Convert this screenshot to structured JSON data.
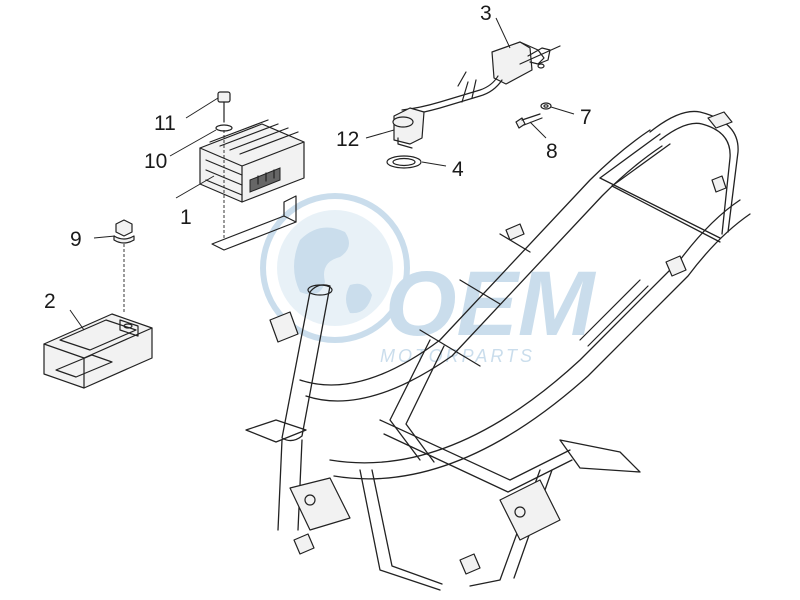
{
  "watermark": {
    "brand": "OEM",
    "tagline": "MOTORPARTS",
    "color": "#9fc3dd"
  },
  "callouts": [
    {
      "id": "1",
      "label": "1"
    },
    {
      "id": "2",
      "label": "2"
    },
    {
      "id": "3",
      "label": "3"
    },
    {
      "id": "4",
      "label": "4"
    },
    {
      "id": "7",
      "label": "7"
    },
    {
      "id": "8",
      "label": "8"
    },
    {
      "id": "9",
      "label": "9"
    },
    {
      "id": "10",
      "label": "10"
    },
    {
      "id": "11",
      "label": "11"
    },
    {
      "id": "12",
      "label": "12"
    }
  ],
  "colors": {
    "line": "#222222",
    "background": "#ffffff"
  }
}
